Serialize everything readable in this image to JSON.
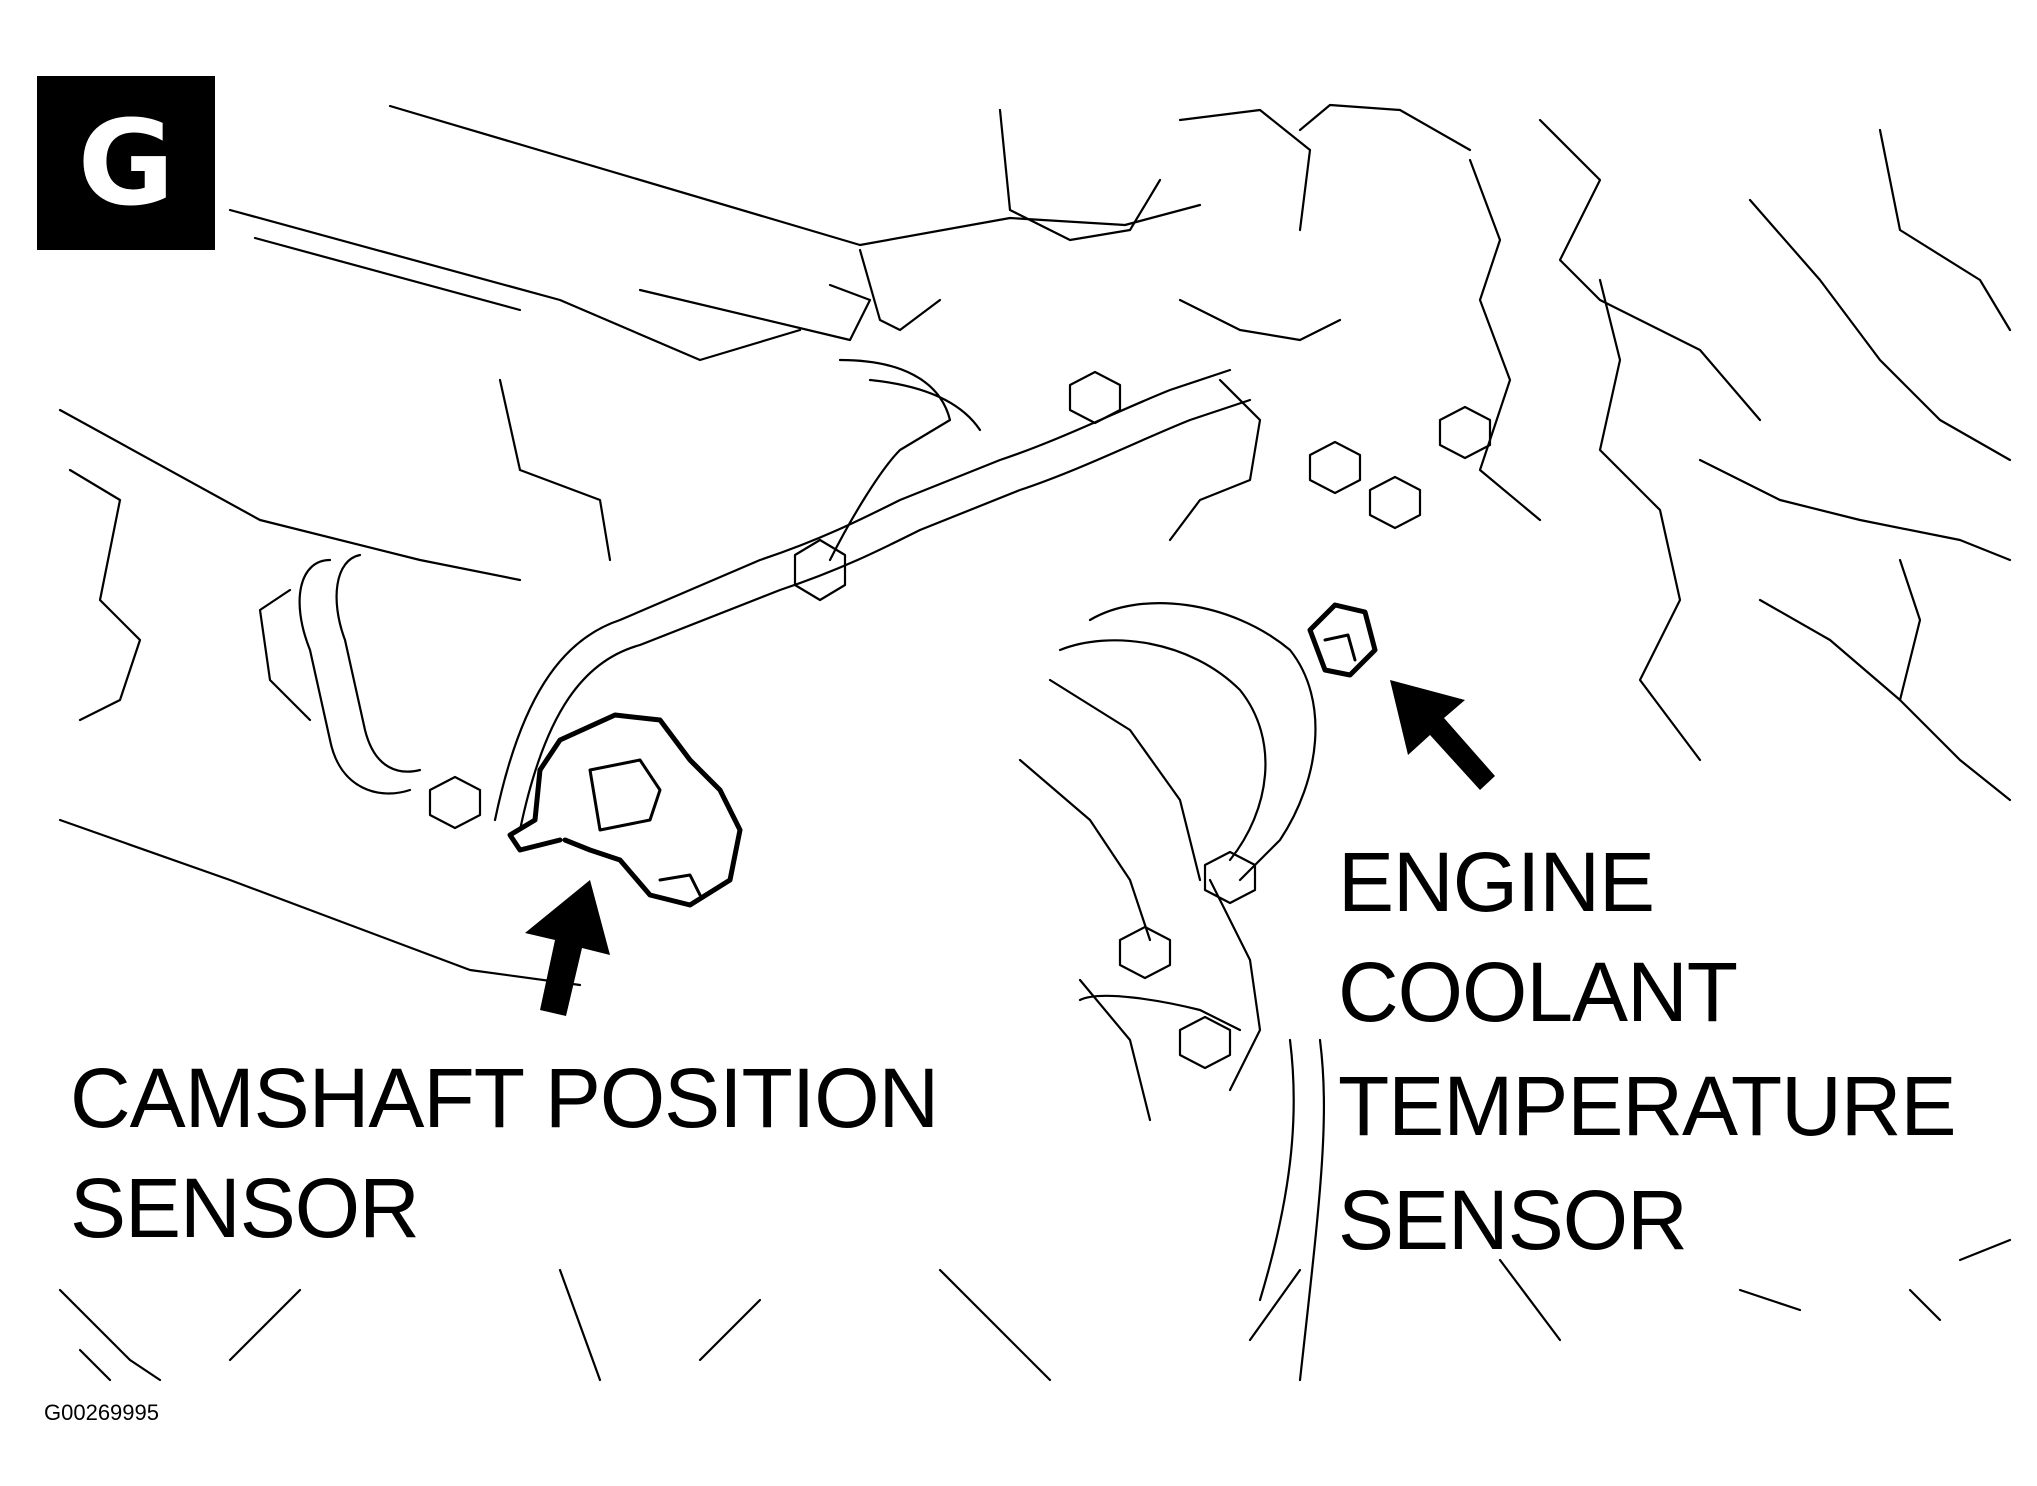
{
  "figure": {
    "badge_letter": "G",
    "figure_id": "G00269995"
  },
  "callouts": {
    "camshaft": {
      "line1": "CAMSHAFT POSITION",
      "line2": "SENSOR"
    },
    "coolant": {
      "line1": "ENGINE",
      "line2": "COOLANT",
      "line3": "TEMPERATURE",
      "line4": "SENSOR"
    }
  },
  "colors": {
    "line": "#000000",
    "background": "#ffffff"
  }
}
